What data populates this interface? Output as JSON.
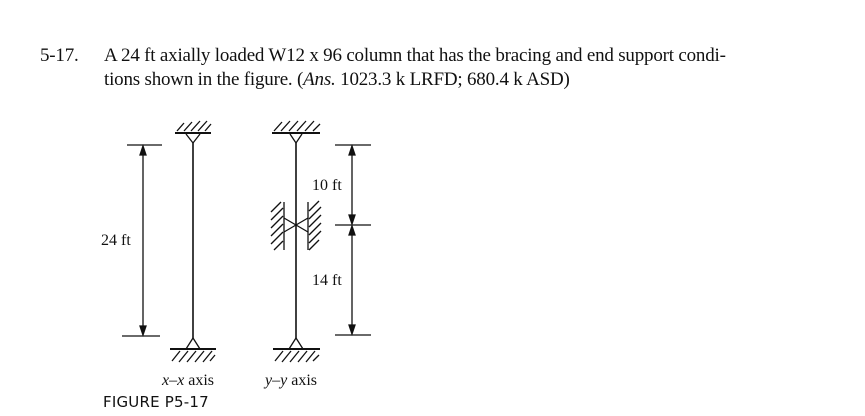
{
  "problem": {
    "number": "5-17.",
    "line1": "A 24 ft axially loaded W12 x 96 column that has the bracing and end support condi-",
    "line2_prefix": "tions shown in the figure. (",
    "answer_label": "Ans.",
    "answer_text": " 1023.3 k LRFD; 680.4 k ASD)"
  },
  "figure": {
    "caption": "FIGURE P5-17",
    "dimensions": {
      "total_height": "24 ft",
      "upper_segment": "10 ft",
      "lower_segment": "14 ft"
    },
    "axes": {
      "xx": {
        "var1": "x",
        "dash": "–",
        "var2": "x",
        "word": " axis"
      },
      "yy": {
        "var1": "y",
        "dash": "–",
        "var2": "y",
        "word": " axis"
      }
    }
  }
}
